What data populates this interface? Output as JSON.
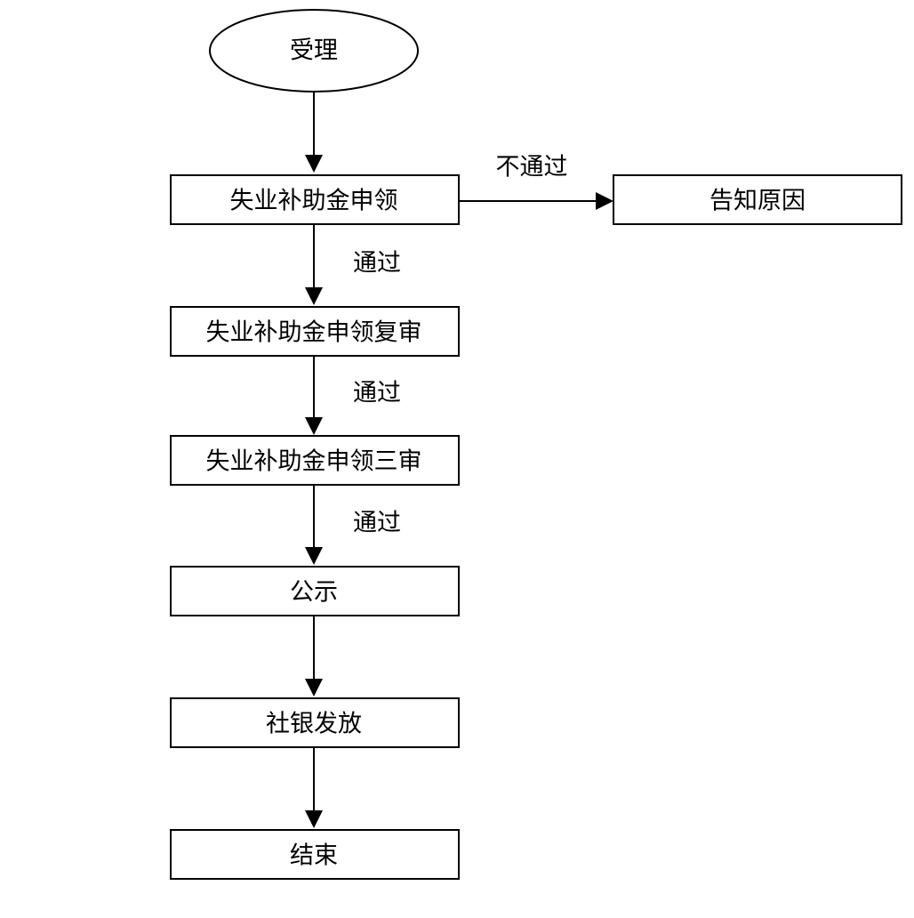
{
  "diagram": {
    "nodes": {
      "start": "受理",
      "apply": "失业补助金申领",
      "reason": "告知原因",
      "review": "失业补助金申领复审",
      "second_review": "失业补助金申领三审",
      "publicity": "公示",
      "payment": "社银发放",
      "end": "结束"
    },
    "edges": {
      "reject_label": "不通过",
      "pass_label_1": "通过",
      "pass_label_2": "通过",
      "pass_label_3": "通过"
    }
  }
}
